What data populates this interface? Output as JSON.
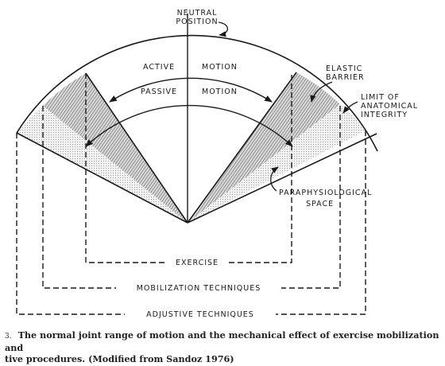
{
  "diagram": {
    "neutral_position": [
      "NEUTRAL",
      "POSITION"
    ],
    "active_motion": [
      "ACTIVE",
      "MOTION"
    ],
    "passive_motion": [
      "PASSIVE",
      "MOTION"
    ],
    "elastic_barrier": [
      "ELASTIC",
      "BARRIER"
    ],
    "limit_anatomical": [
      "LIMIT OF",
      "ANATOMICAL",
      "INTEGRITY"
    ],
    "paraphysiological": [
      "PARAPHYSIOLOGICAL",
      "SPACE"
    ],
    "exercise": "EXERCISE",
    "mobilization": "MOBILIZATION TECHNIQUES",
    "adjustive": "ADJUSTIVE TECHNIQUES"
  },
  "caption": {
    "figure_no": "3.",
    "line1": "The normal joint range of motion and the mechanical effect of exercise mobilization and",
    "line2": "tive procedures. (Modified from Sandoz 1976)"
  }
}
